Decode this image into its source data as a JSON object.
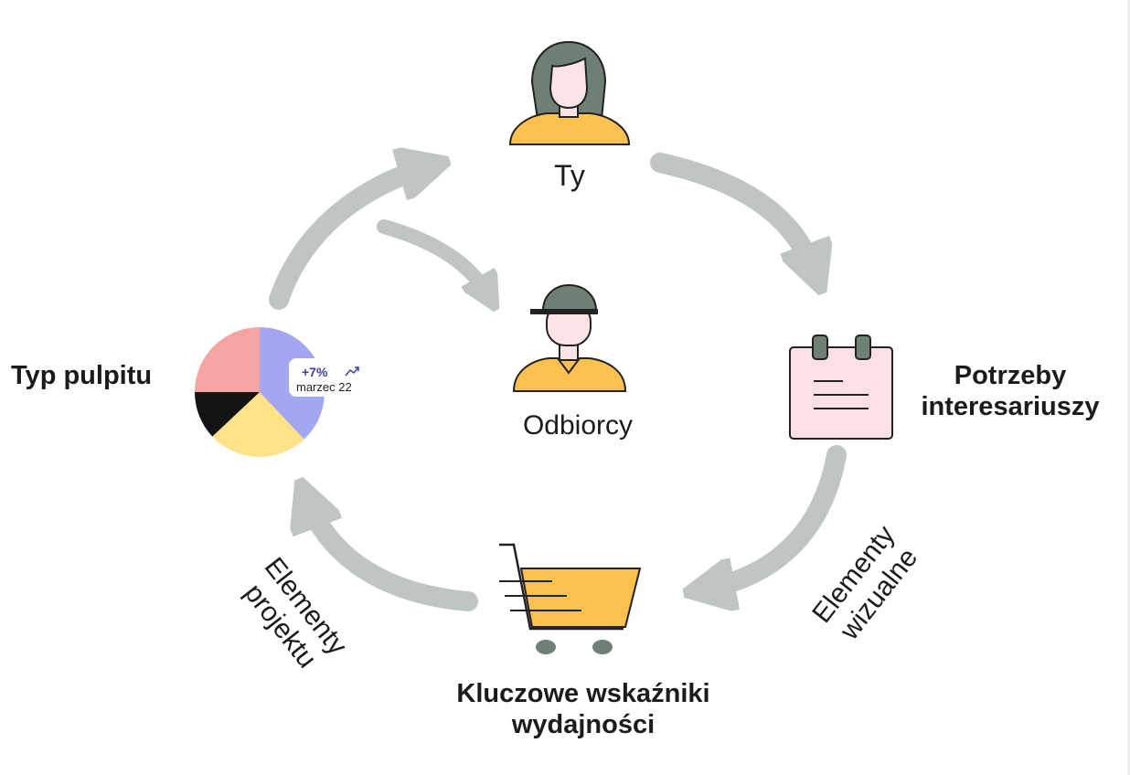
{
  "nodes": {
    "you": {
      "label": "Ty",
      "icon": "woman-avatar-icon"
    },
    "audience": {
      "label": "Odbiorcy",
      "icon": "man-with-cap-avatar-icon"
    },
    "stakeholder_needs": {
      "label_line1": "Potrzeby",
      "label_line2": "interesariuszy",
      "icon": "notepad-icon"
    },
    "kpis": {
      "label_line1": "Kluczowe wskaźniki",
      "label_line2": "wydajności",
      "icon": "shopping-cart-icon"
    },
    "dashboard_type": {
      "label": "Typ pulpitu",
      "icon": "pie-chart-icon"
    }
  },
  "edges": {
    "visual_elements": {
      "line1": "Elementy",
      "line2": "wizualne"
    },
    "project_elements": {
      "line1": "Elementy",
      "line2": "projektu"
    }
  },
  "badge": {
    "change": "+7%",
    "icon": "trend-up-icon",
    "date": "marzec 22"
  },
  "pie": {
    "slices": [
      {
        "color": "#a3a6f0",
        "value": 38
      },
      {
        "color": "#fde28a",
        "value": 25
      },
      {
        "color": "#141414",
        "value": 12
      },
      {
        "color": "#f5a3a3",
        "value": 25
      }
    ]
  },
  "colors": {
    "arrow": "#bfc6c1",
    "accent_yellow": "#fbc04e",
    "hair_dark": "#6e7f74",
    "skin": "#fbe4e6",
    "badge_text": "#3b3fa8"
  }
}
